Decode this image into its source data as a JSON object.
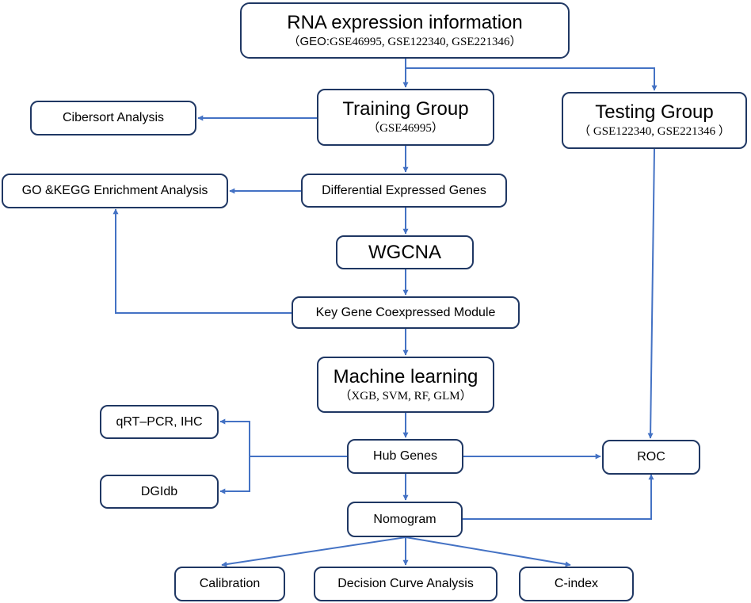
{
  "colors": {
    "box_border": "#1f3763",
    "connector": "#4472c4"
  },
  "nodes": {
    "rna": {
      "title": "RNA expression information",
      "sub_open": "（",
      "sub_geo": "GEO:",
      "sub_rest": "GSE46995, GSE122340, GSE221346）"
    },
    "training": {
      "title": "Training Group",
      "sub": "（GSE46995）"
    },
    "testing": {
      "title": "Testing Group",
      "sub": "（ GSE122340, GSE221346 ）"
    },
    "cibersort": {
      "label": "Cibersort Analysis"
    },
    "go_kegg": {
      "label": "GO &KEGG Enrichment Analysis"
    },
    "deg": {
      "label": "Differential Expressed Genes"
    },
    "wgcna": {
      "label": "WGCNA"
    },
    "module": {
      "label": "Key Gene Coexpressed Module"
    },
    "ml": {
      "title": "Machine learning",
      "sub": "（XGB, SVM, RF, GLM）"
    },
    "qrt": {
      "label": "qRT–PCR, IHC"
    },
    "dgidb": {
      "label": "DGIdb"
    },
    "hub": {
      "label": "Hub Genes"
    },
    "roc": {
      "label": "ROC"
    },
    "nomogram": {
      "label": "Nomogram"
    },
    "calibration": {
      "label": "Calibration"
    },
    "dca": {
      "label": "Decision Curve Analysis"
    },
    "cindex": {
      "label": "C-index"
    }
  }
}
